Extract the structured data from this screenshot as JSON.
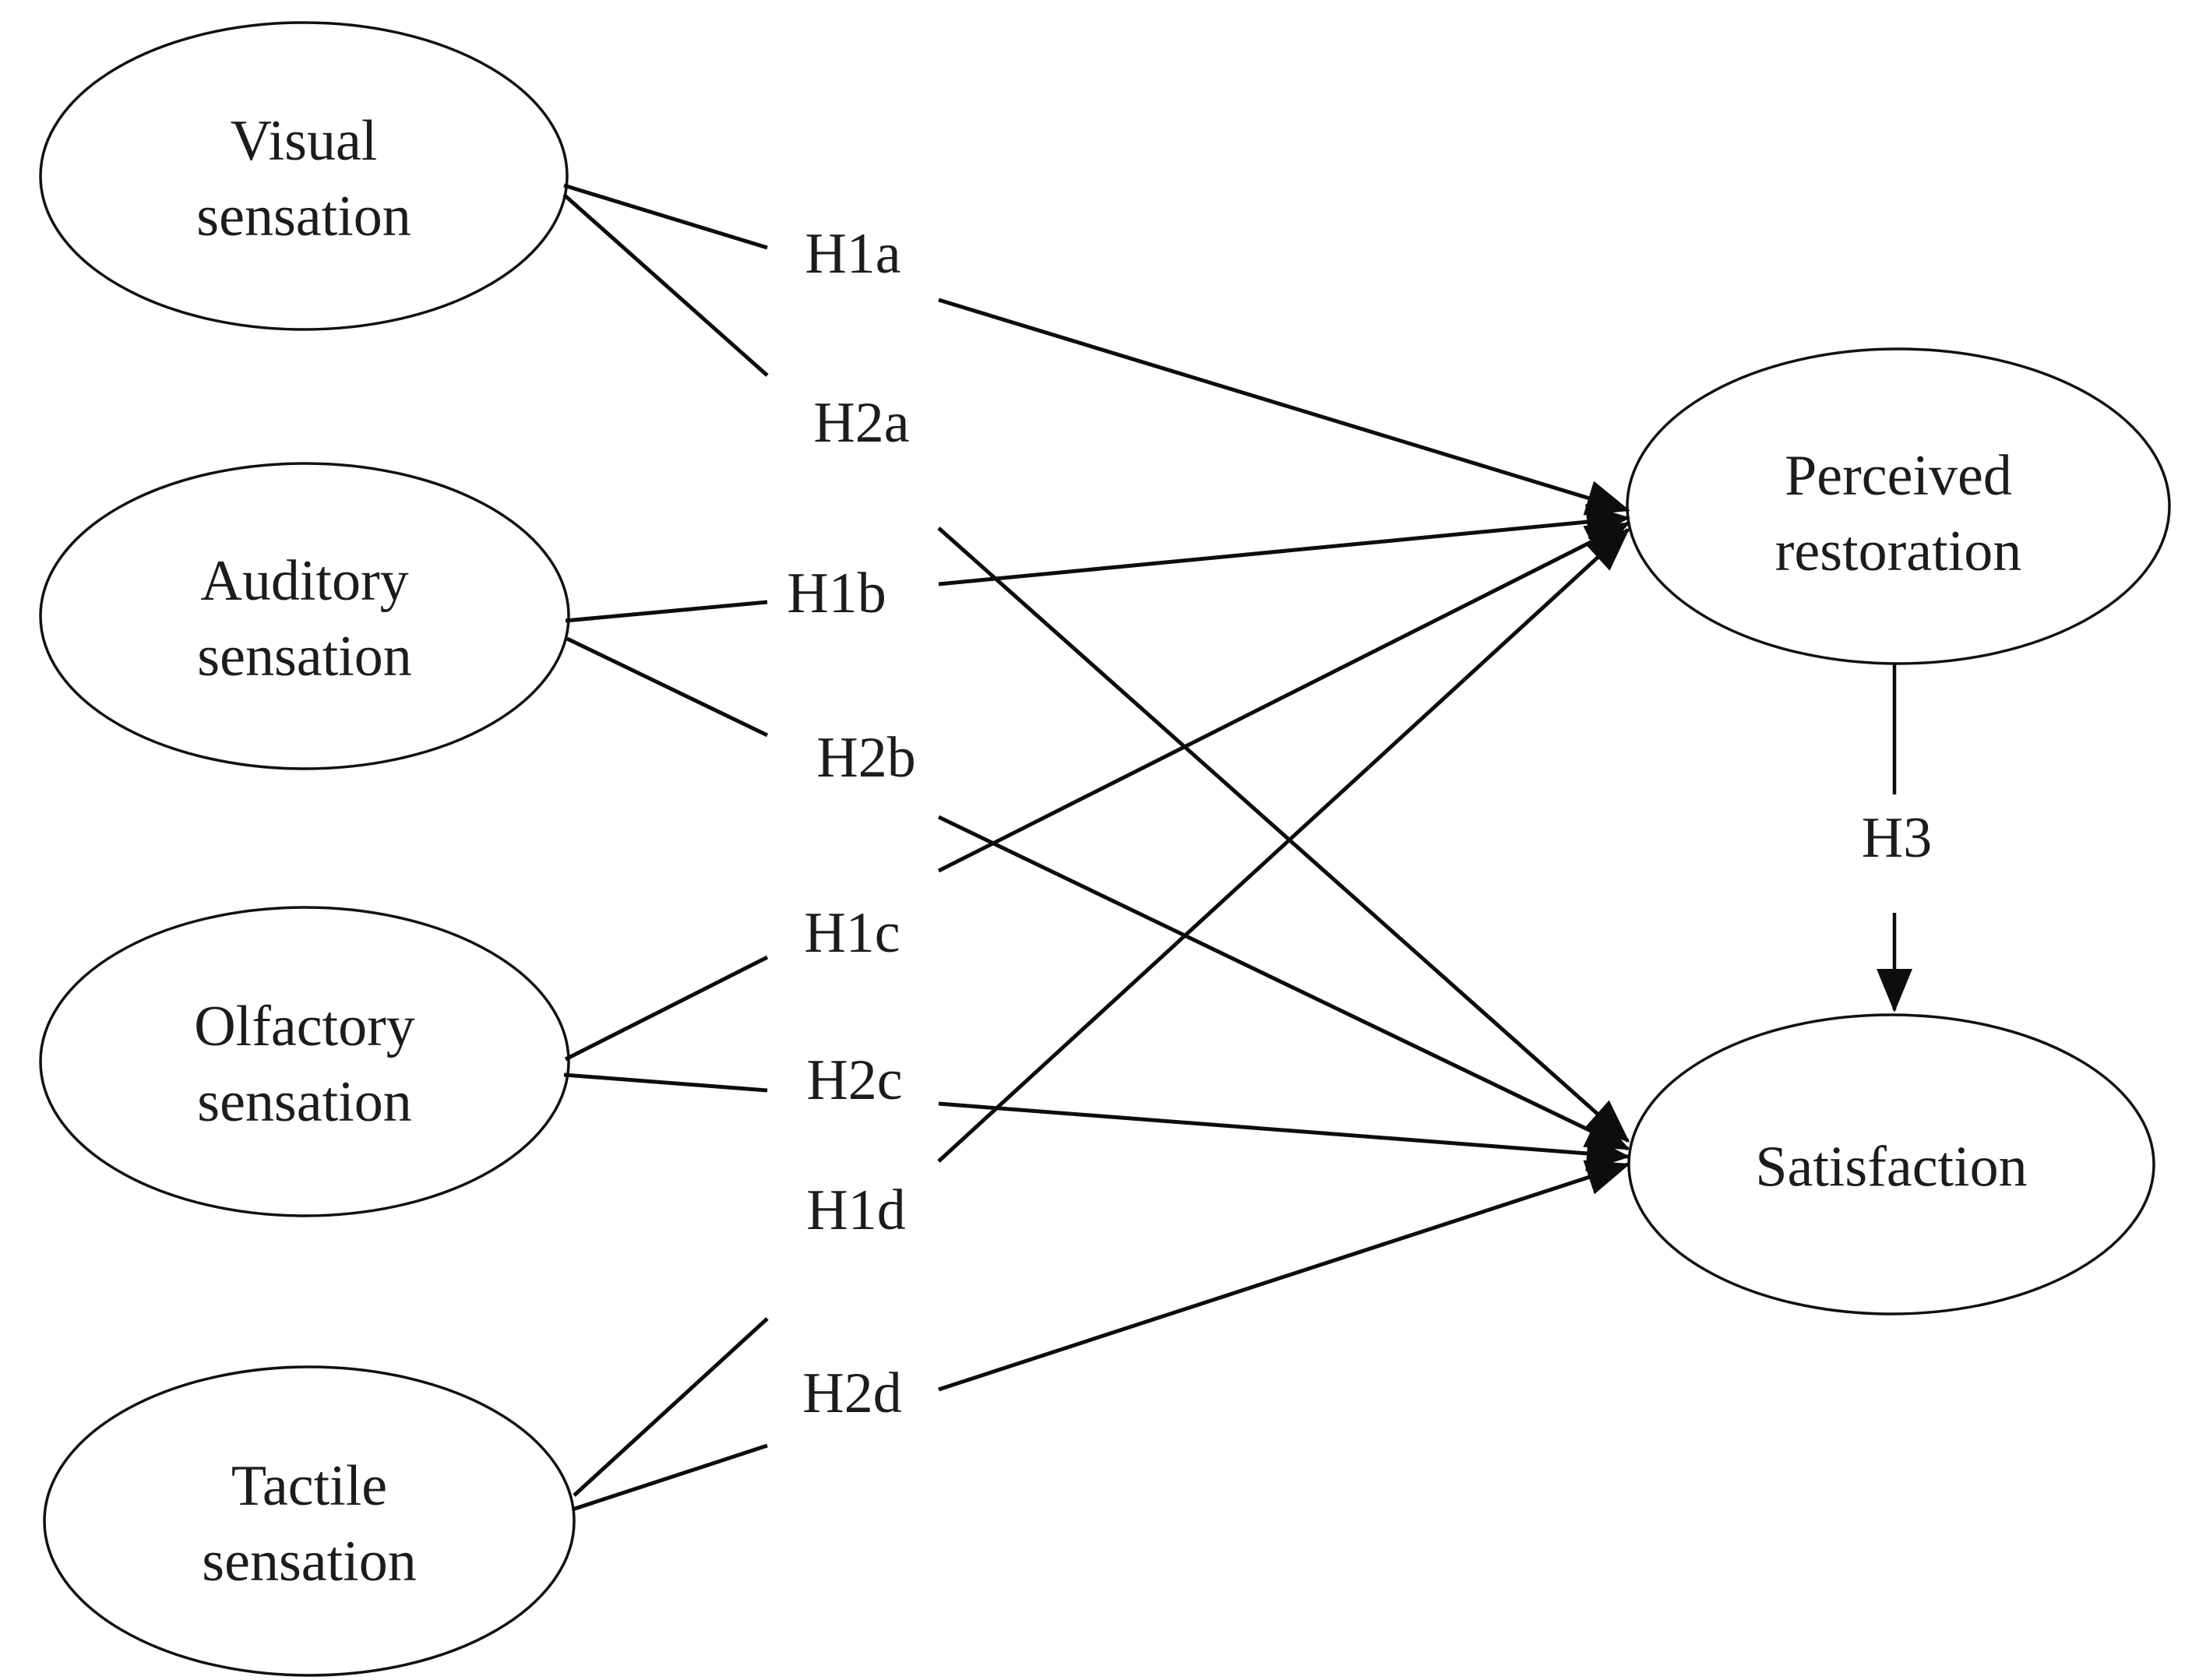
{
  "figure": {
    "type": "hypothesis-path-diagram",
    "background_color": "#ffffff",
    "line_color": "#0d0d0d",
    "text_color": "#1c1c1c"
  },
  "nodes": {
    "visual": {
      "lines": [
        "Visual",
        "sensation"
      ]
    },
    "auditory": {
      "lines": [
        "Auditory",
        "sensation"
      ]
    },
    "olfactory": {
      "lines": [
        "Olfactory",
        "sensation"
      ]
    },
    "tactile": {
      "lines": [
        "Tactile",
        "sensation"
      ]
    },
    "perceived_restoration": {
      "lines": [
        "Perceived",
        "restoration"
      ]
    },
    "satisfaction": {
      "lines": [
        "Satisfaction"
      ]
    }
  },
  "edges": [
    {
      "label": "H1a",
      "from": "Visual sensation",
      "to": "Perceived restoration"
    },
    {
      "label": "H2a",
      "from": "Visual sensation",
      "to": "Satisfaction"
    },
    {
      "label": "H1b",
      "from": "Auditory sensation",
      "to": "Perceived restoration"
    },
    {
      "label": "H2b",
      "from": "Auditory sensation",
      "to": "Satisfaction"
    },
    {
      "label": "H1c",
      "from": "Olfactory sensation",
      "to": "Perceived restoration"
    },
    {
      "label": "H2c",
      "from": "Olfactory sensation",
      "to": "Satisfaction"
    },
    {
      "label": "H1d",
      "from": "Tactile sensation",
      "to": "Perceived restoration"
    },
    {
      "label": "H2d",
      "from": "Tactile sensation",
      "to": "Satisfaction"
    },
    {
      "label": "H3",
      "from": "Perceived restoration",
      "to": "Satisfaction"
    }
  ]
}
